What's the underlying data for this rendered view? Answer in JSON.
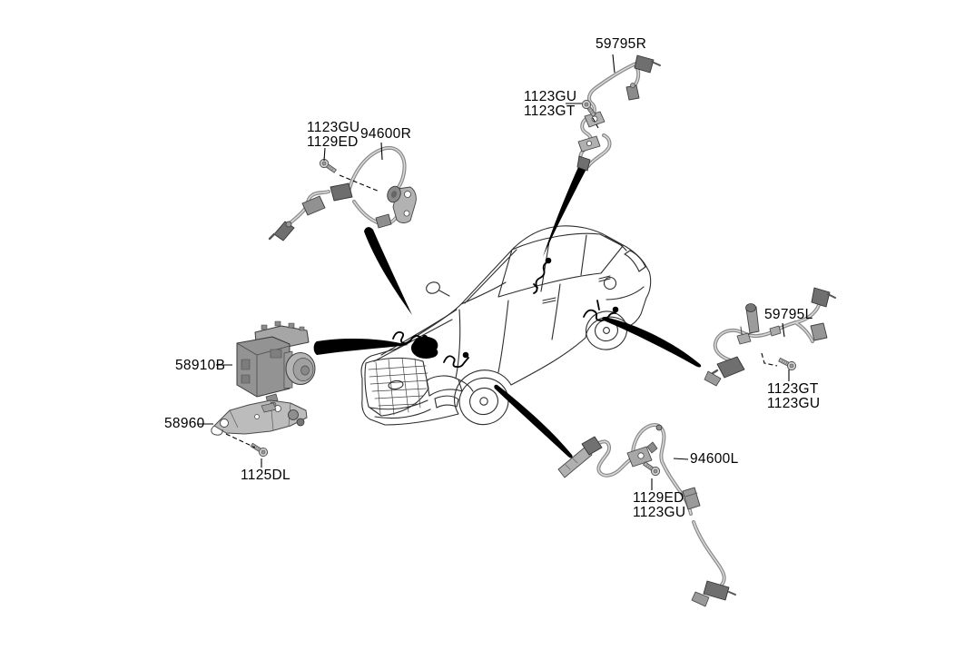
{
  "diagram": {
    "type": "parts-diagram",
    "subject": "sedan ABS / wheel speed sensor exploded view",
    "colors": {
      "background": "#ffffff",
      "line_art": "#2d2d2d",
      "callout_text": "#000000",
      "part_gray": "#9a9a9a",
      "arrow_black": "#000000"
    },
    "labels": {
      "rr_sensor": "59795R",
      "rr_bolt_1": "1123GU",
      "rr_bolt_2": "1123GT",
      "fr_bolt_1": "1123GU",
      "fr_bolt_2": "1129ED",
      "fr_sensor": "94600R",
      "abs_module": "58910B",
      "abs_bracket": "58960",
      "abs_bracket_bolt": "1125DL",
      "rl_sensor": "59795L",
      "rl_bolt_1": "1123GT",
      "rl_bolt_2": "1123GU",
      "fl_sensor": "94600L",
      "fl_bolt_1": "1129ED",
      "fl_bolt_2": "1123GU"
    }
  }
}
